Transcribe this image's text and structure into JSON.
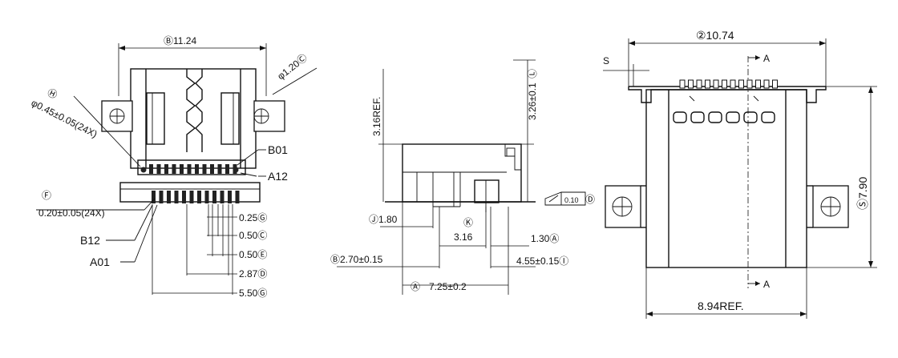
{
  "labels": {
    "top_width": "Ⓑ11.24",
    "dia_120": "φ1.20Ⓒ",
    "dia_045": "φ0.45±0.05(24X)",
    "dia_045_mark": "Ⓗ",
    "b01": "B01",
    "a12": "A12",
    "pin_width_mark": "Ⓕ",
    "pin_width": "0.20±0.05(24X)",
    "b12": "B12",
    "a01": "A01",
    "p025": "0.25Ⓖ",
    "p050a": "0.50Ⓒ",
    "p050b": "0.50Ⓔ",
    "p287": "2.87Ⓓ",
    "p550": "5.50Ⓖ",
    "ref316": "3.16REF.",
    "h326": "3.26±0.1",
    "h326_mark": "Ⓛ",
    "d180": "Ⓙ1.80",
    "d316_mark": "Ⓚ",
    "d316": "3.16",
    "d130": "1.30Ⓐ",
    "d270": "Ⓑ2.70±0.15",
    "d455": "4.55±0.15Ⓘ",
    "d725_mark": "Ⓐ",
    "d725": "7.25±0.2",
    "flat_box": "0.10",
    "flat_mark": "Ⓓ",
    "w1074": "②10.74",
    "sec_a_top": "A",
    "sec_a_bot": "A",
    "h790": "Ⓢ7.90",
    "ref894": "8.94REF.",
    "left_mark": "S"
  }
}
